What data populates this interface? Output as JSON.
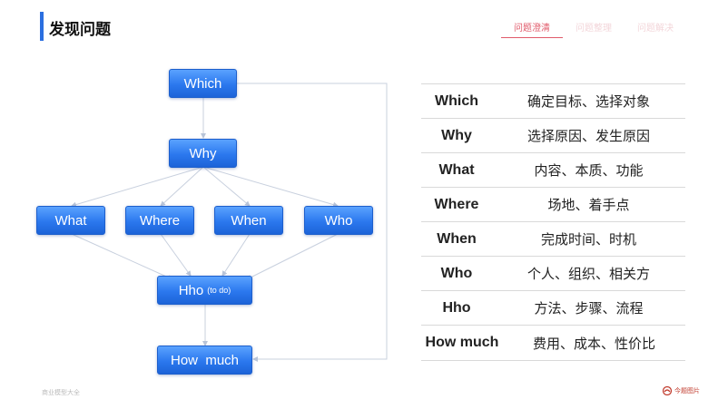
{
  "header": {
    "title": "发现问题"
  },
  "tabs": [
    {
      "label": "问题澄清"
    },
    {
      "label": "问题整理"
    },
    {
      "label": "问题解决"
    }
  ],
  "diagram": {
    "which": "Which",
    "why": "Why",
    "what": "What",
    "where": "Where",
    "when": "When",
    "who": "Who",
    "hho": "Hho",
    "hho_note": "(to do)",
    "howmuch": "How  much"
  },
  "table": {
    "rows": [
      {
        "key": "Which",
        "value": "确定目标、选择对象"
      },
      {
        "key": "Why",
        "value": "选择原因、发生原因"
      },
      {
        "key": "What",
        "value": "内容、本质、功能"
      },
      {
        "key": "Where",
        "value": "场地、着手点"
      },
      {
        "key": "When",
        "value": "完成时间、时机"
      },
      {
        "key": "Who",
        "value": "个人、组织、相关方"
      },
      {
        "key": "Hho",
        "value": "方法、步骤、流程"
      },
      {
        "key": "How much",
        "value": "费用、成本、性价比"
      }
    ]
  },
  "footer": {
    "left_text": "商业模型大全",
    "logo_text": "今题图片"
  },
  "colors": {
    "accent": "#2b6fe0",
    "node_blue": "#2b78ee",
    "tab_active": "#e05a6a"
  }
}
